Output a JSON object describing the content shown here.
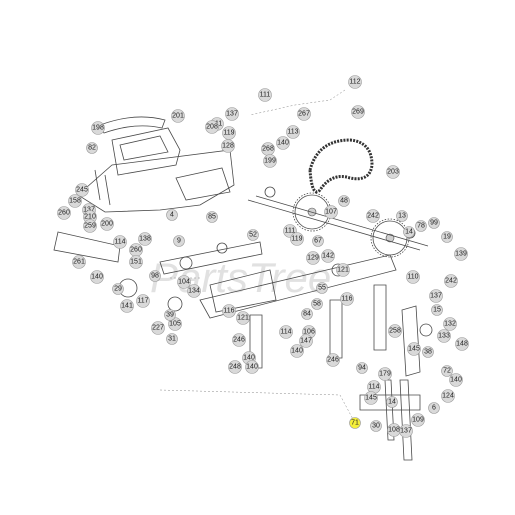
{
  "watermark": "PartsTree",
  "callouts": [
    {
      "n": "112"
    },
    {
      "n": "269"
    },
    {
      "n": "111"
    },
    {
      "n": "137"
    },
    {
      "n": "111"
    },
    {
      "n": "267"
    },
    {
      "n": "201"
    },
    {
      "n": "208"
    },
    {
      "n": "119"
    },
    {
      "n": "113"
    },
    {
      "n": "198"
    },
    {
      "n": "128"
    },
    {
      "n": "268"
    },
    {
      "n": "140"
    },
    {
      "n": "82"
    },
    {
      "n": "199"
    },
    {
      "n": "203"
    },
    {
      "n": "245"
    },
    {
      "n": "158"
    },
    {
      "n": "137"
    },
    {
      "n": "210"
    },
    {
      "n": "48"
    },
    {
      "n": "107"
    },
    {
      "n": "4"
    },
    {
      "n": "85"
    },
    {
      "n": "260"
    },
    {
      "n": "259"
    },
    {
      "n": "200"
    },
    {
      "n": "13"
    },
    {
      "n": "242"
    },
    {
      "n": "99"
    },
    {
      "n": "14"
    },
    {
      "n": "78"
    },
    {
      "n": "138"
    },
    {
      "n": "9"
    },
    {
      "n": "52"
    },
    {
      "n": "111"
    },
    {
      "n": "114"
    },
    {
      "n": "260"
    },
    {
      "n": "119"
    },
    {
      "n": "67"
    },
    {
      "n": "19"
    },
    {
      "n": "151"
    },
    {
      "n": "142"
    },
    {
      "n": "129"
    },
    {
      "n": "261"
    },
    {
      "n": "98"
    },
    {
      "n": "121"
    },
    {
      "n": "140"
    },
    {
      "n": "104"
    },
    {
      "n": "110"
    },
    {
      "n": "139"
    },
    {
      "n": "29"
    },
    {
      "n": "134"
    },
    {
      "n": "117"
    },
    {
      "n": "55"
    },
    {
      "n": "116"
    },
    {
      "n": "242"
    },
    {
      "n": "141"
    },
    {
      "n": "137"
    },
    {
      "n": "227"
    },
    {
      "n": "105"
    },
    {
      "n": "116"
    },
    {
      "n": "58"
    },
    {
      "n": "84"
    },
    {
      "n": "39"
    },
    {
      "n": "31"
    },
    {
      "n": "114"
    },
    {
      "n": "106"
    },
    {
      "n": "15"
    },
    {
      "n": "258"
    },
    {
      "n": "132"
    },
    {
      "n": "121"
    },
    {
      "n": "133"
    },
    {
      "n": "246"
    },
    {
      "n": "147"
    },
    {
      "n": "140"
    },
    {
      "n": "145"
    },
    {
      "n": "148"
    },
    {
      "n": "246"
    },
    {
      "n": "140"
    },
    {
      "n": "38"
    },
    {
      "n": "248"
    },
    {
      "n": "140"
    },
    {
      "n": "94"
    },
    {
      "n": "179"
    },
    {
      "n": "72"
    },
    {
      "n": "140"
    },
    {
      "n": "114"
    },
    {
      "n": "145"
    },
    {
      "n": "6"
    },
    {
      "n": "124"
    },
    {
      "n": "14"
    },
    {
      "n": "71"
    },
    {
      "n": "30"
    },
    {
      "n": "108"
    },
    {
      "n": "137"
    },
    {
      "n": "109"
    }
  ],
  "highlight": "71"
}
